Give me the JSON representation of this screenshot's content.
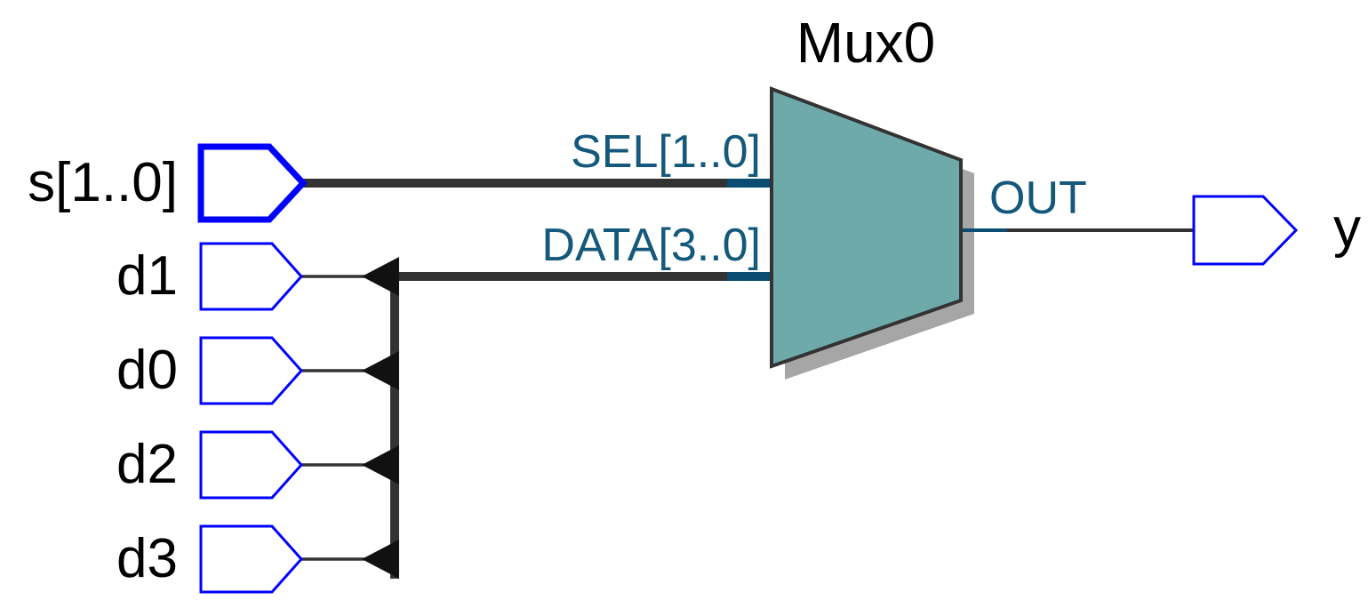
{
  "diagram": {
    "title": "Mux0",
    "component": {
      "name": "Mux0",
      "type": "multiplexer",
      "fill_color": "#6FAAAB",
      "shadow_color": "#A6A6A6",
      "outline_color": "#333333",
      "pin_labels": {
        "select": "SEL[1..0]",
        "data": "DATA[3..0]",
        "output": "OUT"
      }
    },
    "inputs": [
      {
        "id": "s",
        "label": "s[1..0]",
        "bus": true,
        "connects_to": "SEL[1..0]"
      },
      {
        "id": "d1",
        "label": "d1",
        "bus": false,
        "connects_to": "DATA[3..0]"
      },
      {
        "id": "d0",
        "label": "d0",
        "bus": false,
        "connects_to": "DATA[3..0]"
      },
      {
        "id": "d2",
        "label": "d2",
        "bus": false,
        "connects_to": "DATA[3..0]"
      },
      {
        "id": "d3",
        "label": "d3",
        "bus": false,
        "connects_to": "DATA[3..0]"
      }
    ],
    "outputs": [
      {
        "id": "y",
        "label": "y",
        "connects_to": "OUT"
      }
    ],
    "colors": {
      "port_outline": "#0000FF",
      "wire": "#333333",
      "wire_stub": "#0B4C72",
      "signal_label": "#14587C",
      "text": "#000000",
      "background": "#FFFFFF"
    }
  }
}
